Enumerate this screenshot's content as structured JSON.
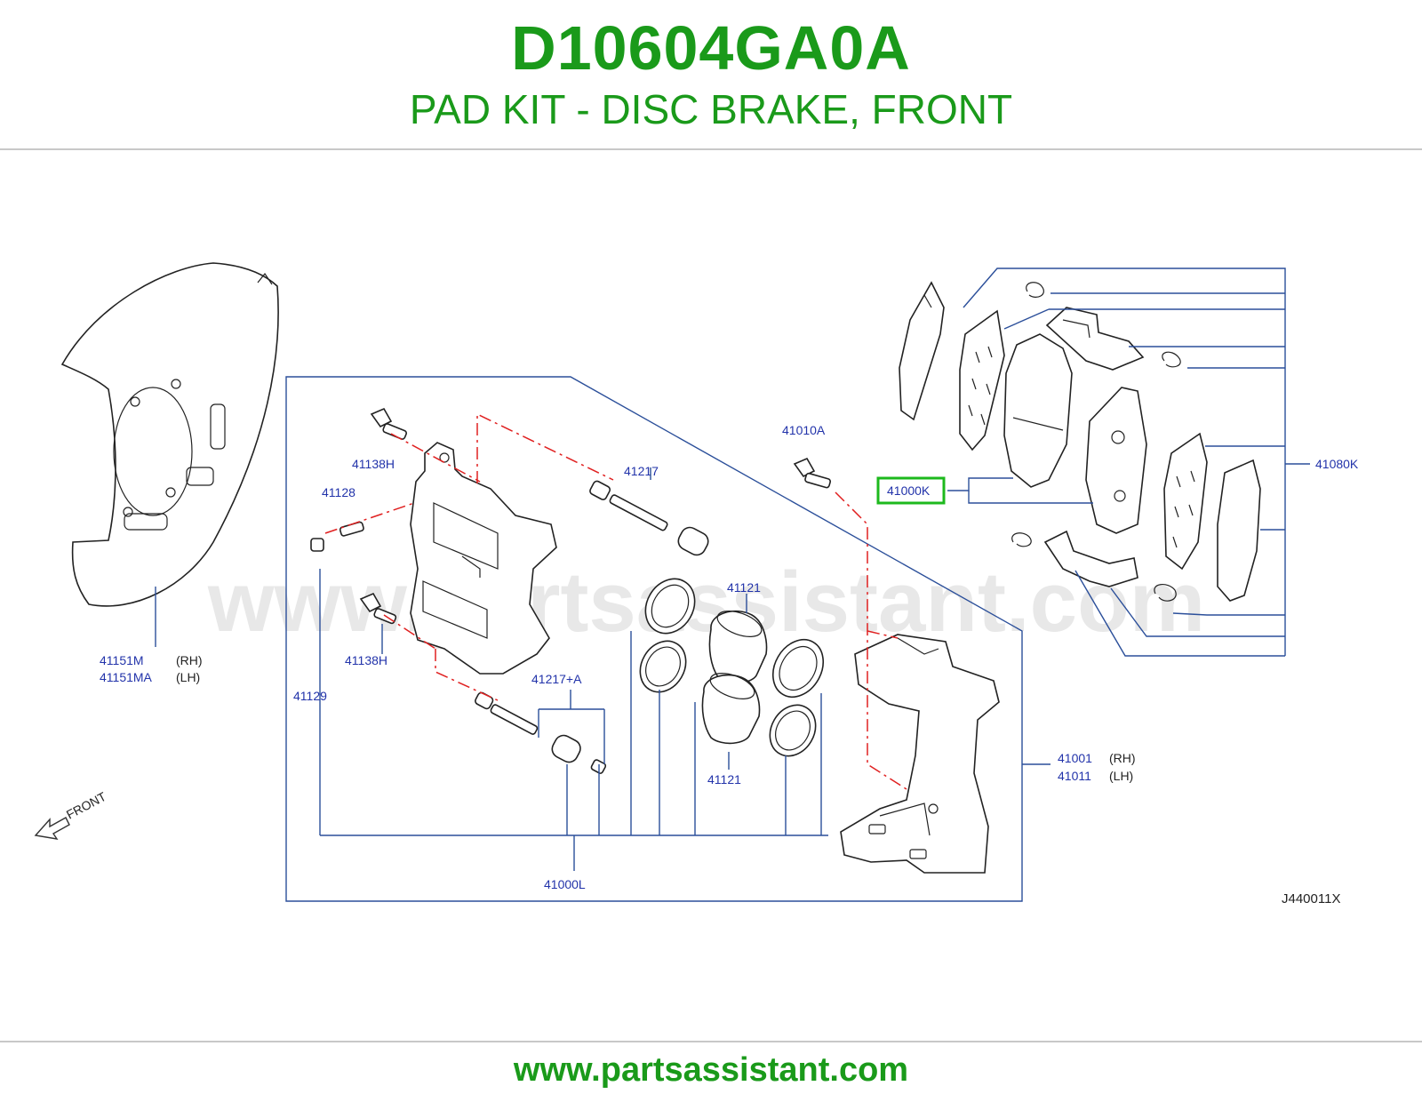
{
  "header": {
    "part_number": "D10604GA0A",
    "part_name": "PAD KIT - DISC BRAKE, FRONT"
  },
  "footer": {
    "url": "www.partsassistant.com"
  },
  "watermark": "www.partsassistant.com",
  "diagram": {
    "code": "J440011X",
    "front_label": "FRONT",
    "callouts": {
      "p41151M": "41151M",
      "p41151M_side": "(RH)",
      "p41151MA": "41151MA",
      "p41151MA_side": "(LH)",
      "p41138H_top": "41138H",
      "p41128": "41128",
      "p41138H_bottom": "41138H",
      "p41129": "41129",
      "p41217": "41217",
      "p41217A": "41217+A",
      "p41121_top": "41121",
      "p41121_bottom": "41121",
      "p41010A": "41010A",
      "p41000L": "41000L",
      "p41001": "41001",
      "p41001_side": "(RH)",
      "p41011": "41011",
      "p41011_side": "(LH)",
      "p41000K": "41000K",
      "p41080K": "41080K"
    },
    "highlight_color": "#1db91d"
  }
}
